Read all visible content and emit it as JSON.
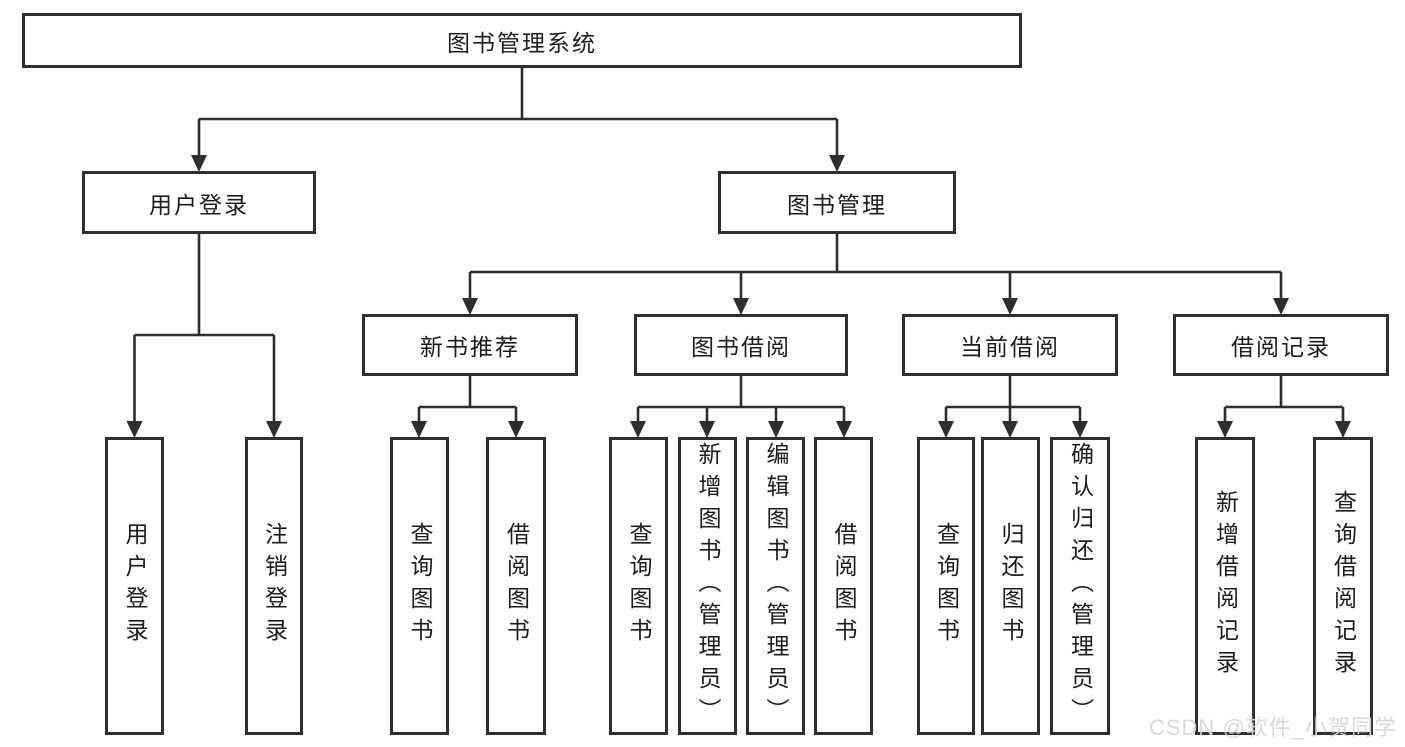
{
  "tree": {
    "root": {
      "label": "图书管理系统",
      "children": [
        {
          "label": "用户登录",
          "children": [
            {
              "label": "用户登录"
            },
            {
              "label": "注销登录"
            }
          ]
        },
        {
          "label": "图书管理",
          "children": [
            {
              "label": "新书推荐",
              "children": [
                {
                  "label": "查询图书"
                },
                {
                  "label": "借阅图书"
                }
              ]
            },
            {
              "label": "图书借阅",
              "children": [
                {
                  "label": "查询图书"
                },
                {
                  "label": "新增图书（管理员）"
                },
                {
                  "label": "编辑图书（管理员）"
                },
                {
                  "label": "借阅图书"
                }
              ]
            },
            {
              "label": "当前借阅",
              "children": [
                {
                  "label": "查询图书"
                },
                {
                  "label": "归还图书"
                },
                {
                  "label": "确认归还（管理员）"
                }
              ]
            },
            {
              "label": "借阅记录",
              "children": [
                {
                  "label": "新增借阅记录"
                },
                {
                  "label": "查询借阅记录"
                }
              ]
            }
          ]
        }
      ]
    }
  },
  "watermark": {
    "text": "CSDN @软件_小贺同学"
  },
  "colors": {
    "background": "#ffffff",
    "line": "#2e2e2e",
    "box_border": "#2e2e2e",
    "box_background": "#ffffff",
    "text": "#1c1c1c",
    "watermark": "#d6d6d6"
  }
}
